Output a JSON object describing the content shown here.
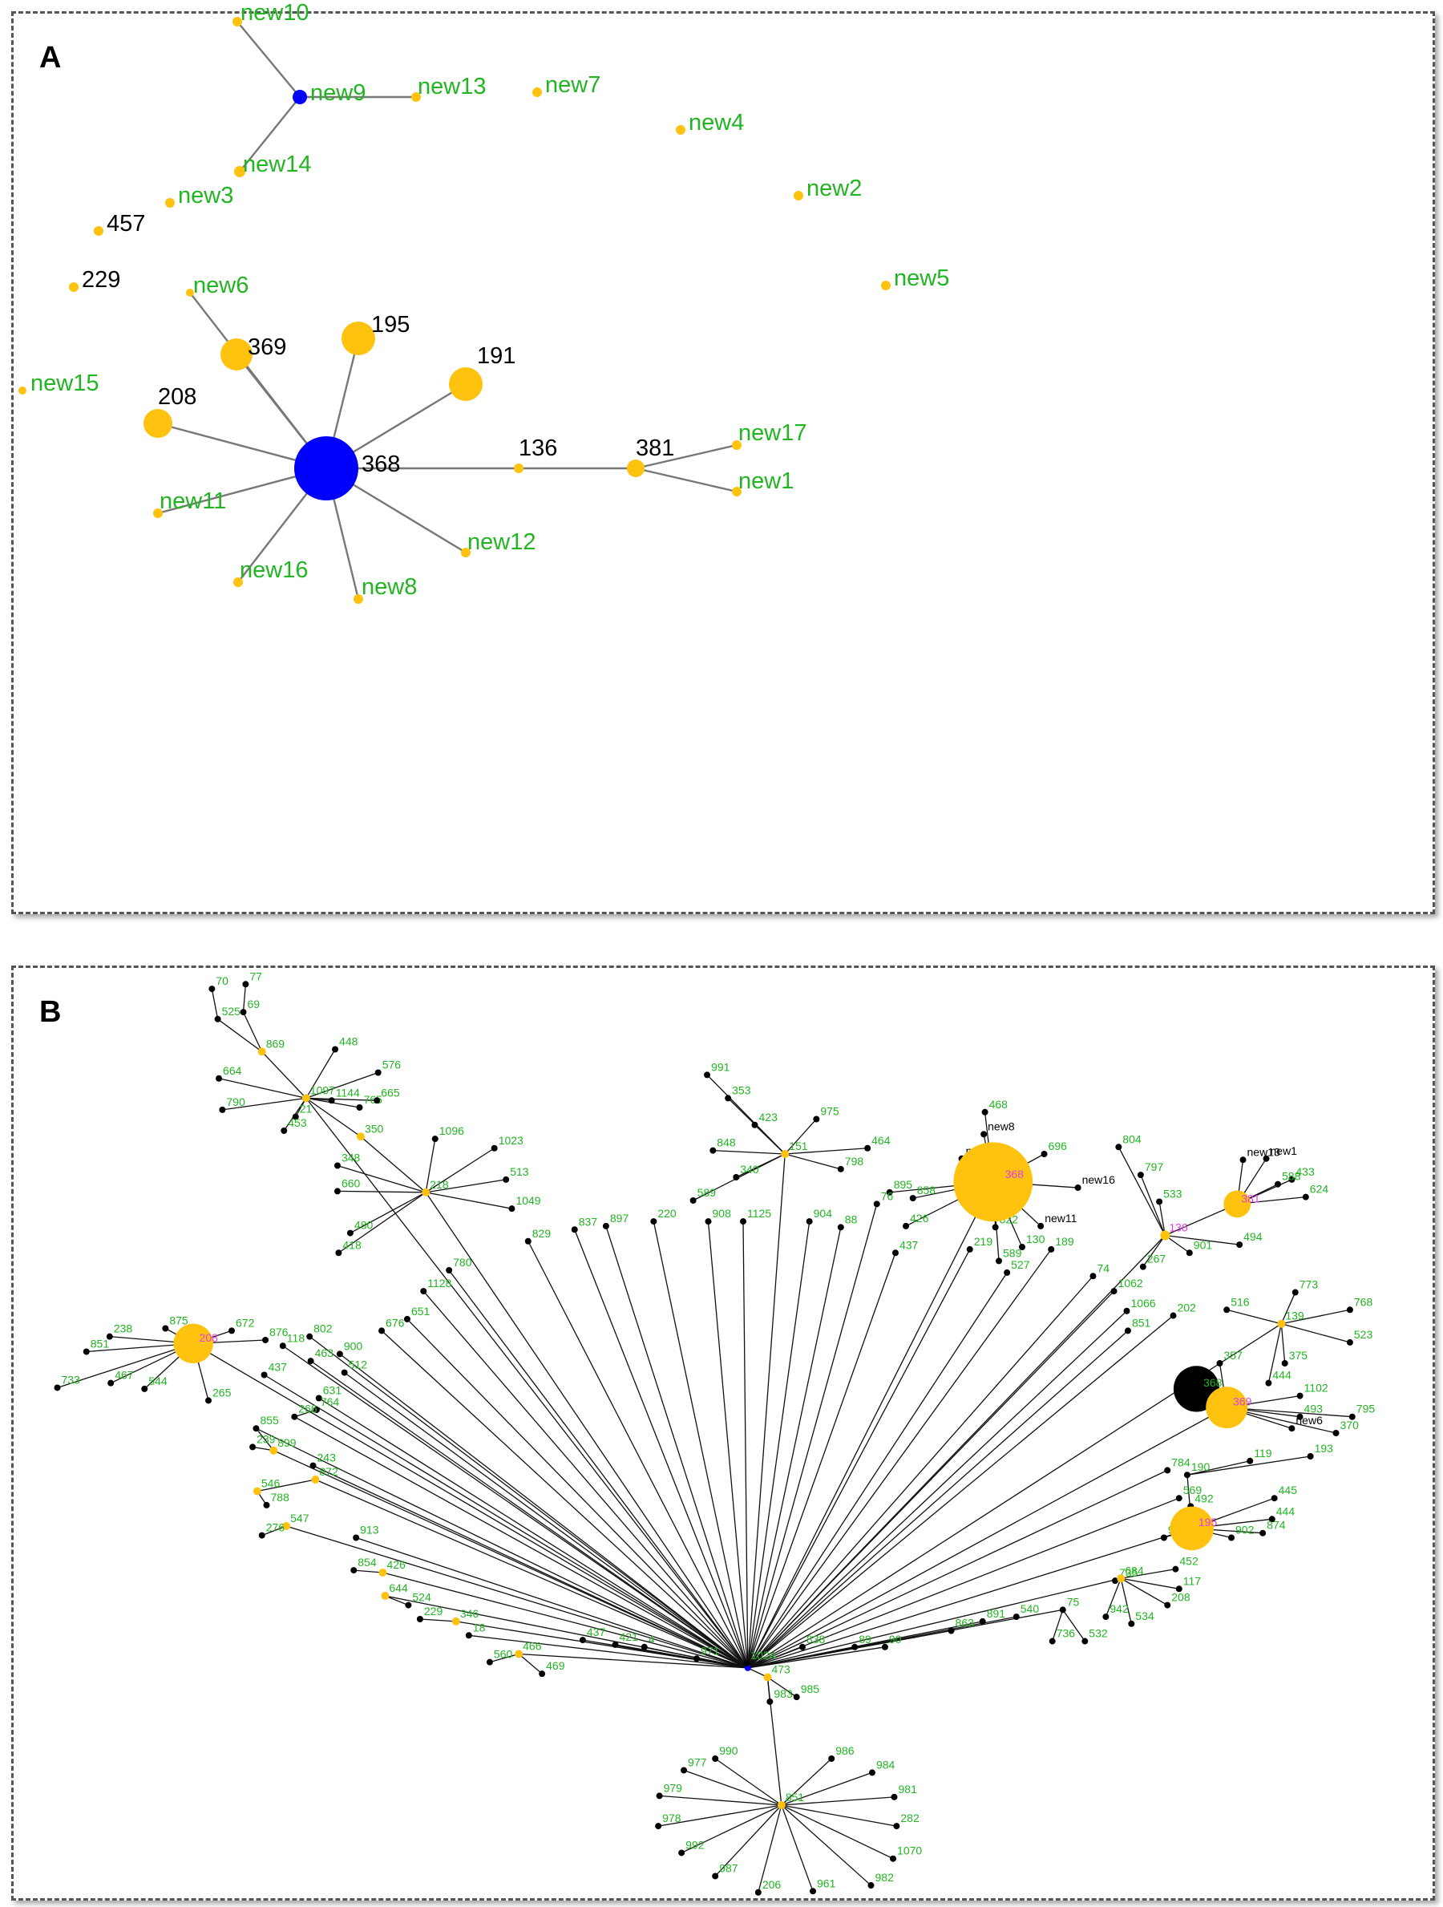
{
  "panels": [
    {
      "letter": "A"
    },
    {
      "letter": "B"
    }
  ],
  "colors": {
    "node_yellow": "#ffc20e",
    "node_blue": "#0000ff",
    "node_black": "#000000",
    "label_green": "#22b522",
    "label_black": "#000000",
    "label_magenta": "#e23fe2"
  },
  "network_a": {
    "nodes": [
      {
        "id": "new10",
        "label": "new10",
        "color": "yellow",
        "label_color": "green",
        "r": 6
      },
      {
        "id": "new9",
        "label": "new9",
        "color": "blue",
        "label_color": "green",
        "r": 9
      },
      {
        "id": "new13",
        "label": "new13",
        "color": "yellow",
        "label_color": "green",
        "r": 6
      },
      {
        "id": "new14",
        "label": "new14",
        "color": "yellow",
        "label_color": "green",
        "r": 7
      },
      {
        "id": "new7",
        "label": "new7",
        "color": "yellow",
        "label_color": "green",
        "r": 6
      },
      {
        "id": "new4",
        "label": "new4",
        "color": "yellow",
        "label_color": "green",
        "r": 6
      },
      {
        "id": "new3",
        "label": "new3",
        "color": "yellow",
        "label_color": "green",
        "r": 6
      },
      {
        "id": "new2",
        "label": "new2",
        "color": "yellow",
        "label_color": "green",
        "r": 6
      },
      {
        "id": "457",
        "label": "457",
        "color": "yellow",
        "label_color": "black",
        "r": 6
      },
      {
        "id": "229",
        "label": "229",
        "color": "yellow",
        "label_color": "black",
        "r": 6
      },
      {
        "id": "new5",
        "label": "new5",
        "color": "yellow",
        "label_color": "green",
        "r": 6
      },
      {
        "id": "new6",
        "label": "new6",
        "color": "yellow",
        "label_color": "green",
        "r": 5
      },
      {
        "id": "369",
        "label": "369",
        "color": "yellow",
        "label_color": "black",
        "r": 20
      },
      {
        "id": "195",
        "label": "195",
        "color": "yellow",
        "label_color": "black",
        "r": 21
      },
      {
        "id": "191",
        "label": "191",
        "color": "yellow",
        "label_color": "black",
        "r": 21
      },
      {
        "id": "new15",
        "label": "new15",
        "color": "yellow",
        "label_color": "green",
        "r": 5
      },
      {
        "id": "208",
        "label": "208",
        "color": "yellow",
        "label_color": "black",
        "r": 18
      },
      {
        "id": "368",
        "label": "368",
        "color": "blue",
        "label_color": "black",
        "r": 40
      },
      {
        "id": "136",
        "label": "136",
        "color": "yellow",
        "label_color": "black",
        "r": 6
      },
      {
        "id": "381",
        "label": "381",
        "color": "yellow",
        "label_color": "black",
        "r": 11
      },
      {
        "id": "new17",
        "label": "new17",
        "color": "yellow",
        "label_color": "green",
        "r": 6
      },
      {
        "id": "new1",
        "label": "new1",
        "color": "yellow",
        "label_color": "green",
        "r": 6
      },
      {
        "id": "new11",
        "label": "new11",
        "color": "yellow",
        "label_color": "green",
        "r": 6
      },
      {
        "id": "new12",
        "label": "new12",
        "color": "yellow",
        "label_color": "green",
        "r": 6
      },
      {
        "id": "new16",
        "label": "new16",
        "color": "yellow",
        "label_color": "green",
        "r": 6
      },
      {
        "id": "new8",
        "label": "new8",
        "color": "yellow",
        "label_color": "green",
        "r": 6
      }
    ],
    "edges": [
      [
        "new9",
        "new10"
      ],
      [
        "new9",
        "new13"
      ],
      [
        "new9",
        "new14"
      ],
      [
        "368",
        "new6"
      ],
      [
        "368",
        "369"
      ],
      [
        "368",
        "195"
      ],
      [
        "368",
        "191"
      ],
      [
        "368",
        "208"
      ],
      [
        "368",
        "136"
      ],
      [
        "136",
        "381"
      ],
      [
        "381",
        "new17"
      ],
      [
        "381",
        "new1"
      ],
      [
        "368",
        "new11"
      ],
      [
        "368",
        "new16"
      ],
      [
        "368",
        "new8"
      ],
      [
        "368",
        "new12"
      ]
    ]
  },
  "network_b": {
    "hub_color": "blue",
    "nodes": [
      {
        "id": "hub",
        "label": "",
        "color": "blue",
        "r": 4
      },
      {
        "id": "u1",
        "label": "70"
      },
      {
        "id": "u2",
        "label": "77"
      },
      {
        "id": "u3",
        "label": "525"
      },
      {
        "id": "u4",
        "label": "69"
      },
      {
        "id": "u5",
        "label": "869",
        "color": "yellow",
        "r": 5
      },
      {
        "id": "u6",
        "label": "664"
      },
      {
        "id": "u7",
        "label": "790"
      },
      {
        "id": "u8",
        "label": "448"
      },
      {
        "id": "u9",
        "label": "576"
      },
      {
        "id": "u10",
        "label": "1097",
        "color": "yellow",
        "r": 5
      },
      {
        "id": "u11",
        "label": "21"
      },
      {
        "id": "u12",
        "label": "765"
      },
      {
        "id": "u13",
        "label": "665"
      },
      {
        "id": "u14",
        "label": "1144"
      },
      {
        "id": "u15",
        "label": "453"
      },
      {
        "id": "u16",
        "label": "350",
        "color": "yellow",
        "r": 5
      },
      {
        "id": "c1",
        "label": "1096"
      },
      {
        "id": "c2",
        "label": "1023"
      },
      {
        "id": "c3",
        "label": "348"
      },
      {
        "id": "c4",
        "label": "513"
      },
      {
        "id": "c5",
        "label": "660"
      },
      {
        "id": "c6",
        "label": "1049"
      },
      {
        "id": "c7",
        "label": "480"
      },
      {
        "id": "c8",
        "label": "418"
      },
      {
        "id": "cc",
        "label": "218",
        "color": "yellow",
        "r": 5
      },
      {
        "id": "t1",
        "label": "991"
      },
      {
        "id": "t2",
        "label": "353"
      },
      {
        "id": "t3",
        "label": "423"
      },
      {
        "id": "t4",
        "label": "975"
      },
      {
        "id": "t5",
        "label": "848"
      },
      {
        "id": "t6",
        "label": "464"
      },
      {
        "id": "t7",
        "label": "340"
      },
      {
        "id": "t8",
        "label": "798"
      },
      {
        "id": "t9",
        "label": "589"
      },
      {
        "id": "tc",
        "label": "151",
        "color": "yellow",
        "r": 5
      },
      {
        "id": "y1",
        "label": "468"
      },
      {
        "id": "y2",
        "label": "new8",
        "label_color": "black"
      },
      {
        "id": "y3",
        "label": "new12",
        "label_color": "black"
      },
      {
        "id": "y4",
        "label": "696"
      },
      {
        "id": "y5",
        "label": "895"
      },
      {
        "id": "y6",
        "label": "858"
      },
      {
        "id": "y7",
        "label": "426"
      },
      {
        "id": "y8",
        "label": "new16",
        "label_color": "black"
      },
      {
        "id": "y9",
        "label": "new11",
        "label_color": "black"
      },
      {
        "id": "y10",
        "label": "822"
      },
      {
        "id": "y11",
        "label": "130"
      },
      {
        "id": "y12",
        "label": "589"
      },
      {
        "id": "yc",
        "label": "368",
        "color": "yellow",
        "r": 38,
        "label_color": "magenta"
      },
      {
        "id": "r1",
        "label": "804"
      },
      {
        "id": "r2",
        "label": "797"
      },
      {
        "id": "r3",
        "label": "533"
      },
      {
        "id": "r4",
        "label": "494"
      },
      {
        "id": "r5",
        "label": "901"
      },
      {
        "id": "r6",
        "label": "267"
      },
      {
        "id": "rc",
        "label": "136",
        "color": "yellow",
        "r": 6,
        "label_color": "magenta"
      },
      {
        "id": "n1",
        "label": "new13",
        "label_color": "black"
      },
      {
        "id": "n2",
        "label": "new1",
        "label_color": "black"
      },
      {
        "id": "n3",
        "label": "433"
      },
      {
        "id": "n4",
        "label": "624"
      },
      {
        "id": "n5",
        "label": "588"
      },
      {
        "id": "nc",
        "label": "381",
        "color": "yellow",
        "r": 13,
        "label_color": "magenta"
      },
      {
        "id": "s1",
        "label": "773"
      },
      {
        "id": "s2",
        "label": "768"
      },
      {
        "id": "s3",
        "label": "516"
      },
      {
        "id": "s4",
        "label": "523"
      },
      {
        "id": "s5",
        "label": "375"
      },
      {
        "id": "s6",
        "label": "444"
      },
      {
        "id": "sc",
        "label": "139",
        "color": "yellow",
        "r": 5
      },
      {
        "id": "k1",
        "label": "357"
      },
      {
        "id": "k2",
        "label": "368",
        "color": "black",
        "r": 22
      },
      {
        "id": "k3",
        "label": "1102"
      },
      {
        "id": "k4",
        "label": "493"
      },
      {
        "id": "k5",
        "label": "795"
      },
      {
        "id": "k6",
        "label": "new6",
        "label_color": "black"
      },
      {
        "id": "k7",
        "label": "370"
      },
      {
        "id": "kc",
        "label": "369",
        "color": "yellow",
        "r": 20,
        "label_color": "magenta"
      },
      {
        "id": "q1",
        "label": "119"
      },
      {
        "id": "q2",
        "label": "193"
      },
      {
        "id": "q3",
        "label": "190"
      },
      {
        "id": "q4",
        "label": "445"
      },
      {
        "id": "q5",
        "label": "444"
      },
      {
        "id": "q6",
        "label": "902"
      },
      {
        "id": "q7",
        "label": "874"
      },
      {
        "id": "q8",
        "label": "492"
      },
      {
        "id": "q9",
        "label": "909"
      },
      {
        "id": "qc",
        "label": "195",
        "color": "yellow",
        "r": 21,
        "label_color": "magenta"
      },
      {
        "id": "p1",
        "label": "735"
      },
      {
        "id": "p2",
        "label": "452"
      },
      {
        "id": "p3",
        "label": "117"
      },
      {
        "id": "p4",
        "label": "208"
      },
      {
        "id": "p5",
        "label": "534"
      },
      {
        "id": "p6",
        "label": "942"
      },
      {
        "id": "pc",
        "label": "684",
        "color": "yellow",
        "r": 5
      },
      {
        "id": "o1",
        "label": "75"
      },
      {
        "id": "o2",
        "label": "736"
      },
      {
        "id": "o3",
        "label": "532"
      },
      {
        "id": "l1",
        "label": "238"
      },
      {
        "id": "l2",
        "label": "875"
      },
      {
        "id": "l3",
        "label": "672"
      },
      {
        "id": "l4",
        "label": "876"
      },
      {
        "id": "l5",
        "label": "851"
      },
      {
        "id": "l6",
        "label": "733"
      },
      {
        "id": "l7",
        "label": "467"
      },
      {
        "id": "l8",
        "label": "544"
      },
      {
        "id": "l9",
        "label": "265"
      },
      {
        "id": "lc",
        "label": "208",
        "color": "yellow",
        "r": 19,
        "label_color": "magenta"
      },
      {
        "id": "b1",
        "label": "437"
      },
      {
        "id": "b2",
        "label": "631"
      },
      {
        "id": "b3",
        "label": "764"
      },
      {
        "id": "b4",
        "label": "266"
      },
      {
        "id": "b5",
        "label": "855"
      },
      {
        "id": "b6",
        "label": "239"
      },
      {
        "id": "b7",
        "label": "899",
        "color": "yellow",
        "r": 5
      },
      {
        "id": "b8",
        "label": "243"
      },
      {
        "id": "b9",
        "label": "872",
        "color": "yellow",
        "r": 5
      },
      {
        "id": "b10",
        "label": "546",
        "color": "yellow",
        "r": 5
      },
      {
        "id": "b11",
        "label": "547",
        "color": "yellow",
        "r": 5
      },
      {
        "id": "b12",
        "label": "788"
      },
      {
        "id": "b13",
        "label": "276"
      },
      {
        "id": "b14",
        "label": "913"
      },
      {
        "id": "b15",
        "label": "854"
      },
      {
        "id": "b16",
        "label": "426",
        "color": "yellow",
        "r": 5
      },
      {
        "id": "b17",
        "label": "644",
        "color": "yellow",
        "r": 5
      },
      {
        "id": "b18",
        "label": "524"
      },
      {
        "id": "b19",
        "label": "346",
        "color": "yellow",
        "r": 5
      },
      {
        "id": "b20",
        "label": "229"
      },
      {
        "id": "b21",
        "label": "18"
      },
      {
        "id": "b22",
        "label": "466",
        "color": "yellow",
        "r": 5
      },
      {
        "id": "b23",
        "label": "560"
      },
      {
        "id": "b24",
        "label": "469"
      },
      {
        "id": "b25",
        "label": "437"
      },
      {
        "id": "b26",
        "label": "421"
      },
      {
        "id": "b27",
        "label": "4"
      },
      {
        "id": "b28",
        "label": "971"
      },
      {
        "id": "b29",
        "label": "1024"
      },
      {
        "id": "b30",
        "label": "838"
      },
      {
        "id": "b31",
        "label": "89"
      },
      {
        "id": "b32",
        "label": "90"
      },
      {
        "id": "b33",
        "label": "863"
      },
      {
        "id": "b34",
        "label": "891"
      },
      {
        "id": "b35",
        "label": "540"
      },
      {
        "id": "m1",
        "label": "829"
      },
      {
        "id": "m2",
        "label": "837"
      },
      {
        "id": "m3",
        "label": "897"
      },
      {
        "id": "m4",
        "label": "220"
      },
      {
        "id": "m5",
        "label": "908"
      },
      {
        "id": "m6",
        "label": "1125"
      },
      {
        "id": "m7",
        "label": "904"
      },
      {
        "id": "m8",
        "label": "88"
      },
      {
        "id": "m9",
        "label": "76"
      },
      {
        "id": "m10",
        "label": "437"
      },
      {
        "id": "m11",
        "label": "219"
      },
      {
        "id": "m12",
        "label": "189"
      },
      {
        "id": "m13",
        "label": "527"
      },
      {
        "id": "m14",
        "label": "74"
      },
      {
        "id": "m15",
        "label": "1062"
      },
      {
        "id": "m16",
        "label": "1066"
      },
      {
        "id": "m17",
        "label": "202"
      },
      {
        "id": "m18",
        "label": "851"
      },
      {
        "id": "m19",
        "label": "780"
      },
      {
        "id": "m20",
        "label": "1128"
      },
      {
        "id": "m21",
        "label": "651"
      },
      {
        "id": "m22",
        "label": "676"
      },
      {
        "id": "m23",
        "label": "802"
      },
      {
        "id": "m24",
        "label": "900"
      },
      {
        "id": "m25",
        "label": "118"
      },
      {
        "id": "m26",
        "label": "463"
      },
      {
        "id": "m27",
        "label": "512"
      },
      {
        "id": "m28",
        "label": "784"
      },
      {
        "id": "m29",
        "label": "569"
      },
      {
        "id": "d1",
        "label": "473",
        "color": "yellow",
        "r": 5
      },
      {
        "id": "d2",
        "label": "983"
      },
      {
        "id": "d3",
        "label": "985"
      },
      {
        "id": "dc",
        "label": "851",
        "color": "yellow",
        "r": 5
      },
      {
        "id": "d4",
        "label": "990"
      },
      {
        "id": "d5",
        "label": "977"
      },
      {
        "id": "d6",
        "label": "986"
      },
      {
        "id": "d7",
        "label": "984"
      },
      {
        "id": "d8",
        "label": "979"
      },
      {
        "id": "d9",
        "label": "981"
      },
      {
        "id": "d10",
        "label": "978"
      },
      {
        "id": "d11",
        "label": "282"
      },
      {
        "id": "d12",
        "label": "992"
      },
      {
        "id": "d13",
        "label": "1070"
      },
      {
        "id": "d14",
        "label": "987"
      },
      {
        "id": "d15",
        "label": "982"
      },
      {
        "id": "d16",
        "label": "206"
      },
      {
        "id": "d17",
        "label": "961"
      }
    ]
  }
}
